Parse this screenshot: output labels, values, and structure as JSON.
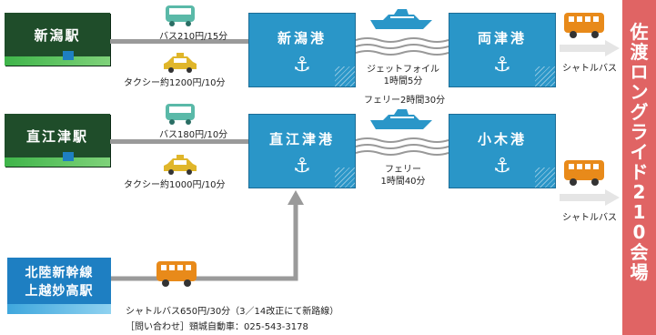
{
  "sidebar": {
    "chars": [
      "佐",
      "渡",
      "ロ",
      "ン",
      "グ",
      "ラ",
      "イ",
      "ド",
      "2",
      "1",
      "0",
      "会",
      "場"
    ]
  },
  "route1": {
    "station": "新潟駅",
    "port_from": "新潟港",
    "port_to": "両津港",
    "bus": "バス210円/15分",
    "taxi": "タクシー約1200円/10分",
    "jetfoil_line1": "ジェットフォイル",
    "jetfoil_line2": "1時間5分",
    "ferry": "フェリー2時間30分",
    "shuttle": "シャトルバス"
  },
  "route2": {
    "station": "直江津駅",
    "port_from": "直江津港",
    "port_to": "小木港",
    "bus": "バス180円/10分",
    "taxi": "タクシー約1000円/10分",
    "ferry_line1": "フェリー",
    "ferry_line2": "1時間40分",
    "shuttle": "シャトルバス"
  },
  "route3": {
    "station_line1": "北陸新幹線",
    "station_line2": "上越妙高駅",
    "shuttle": "シャトルバス650円/30分（3／14改正にて新路線）",
    "contact": "［問い合わせ］頸城自動車：025-543-3178"
  },
  "anchor_glyph": "⚓",
  "colors": {
    "station": "#1f4d2a",
    "port": "#2a96c8",
    "sidebar": "#e06464",
    "bus": "#e88a1a",
    "taxi": "#e0b62a",
    "shuttle_bus": "#5ab9a8",
    "ship": "#2a96c8"
  }
}
